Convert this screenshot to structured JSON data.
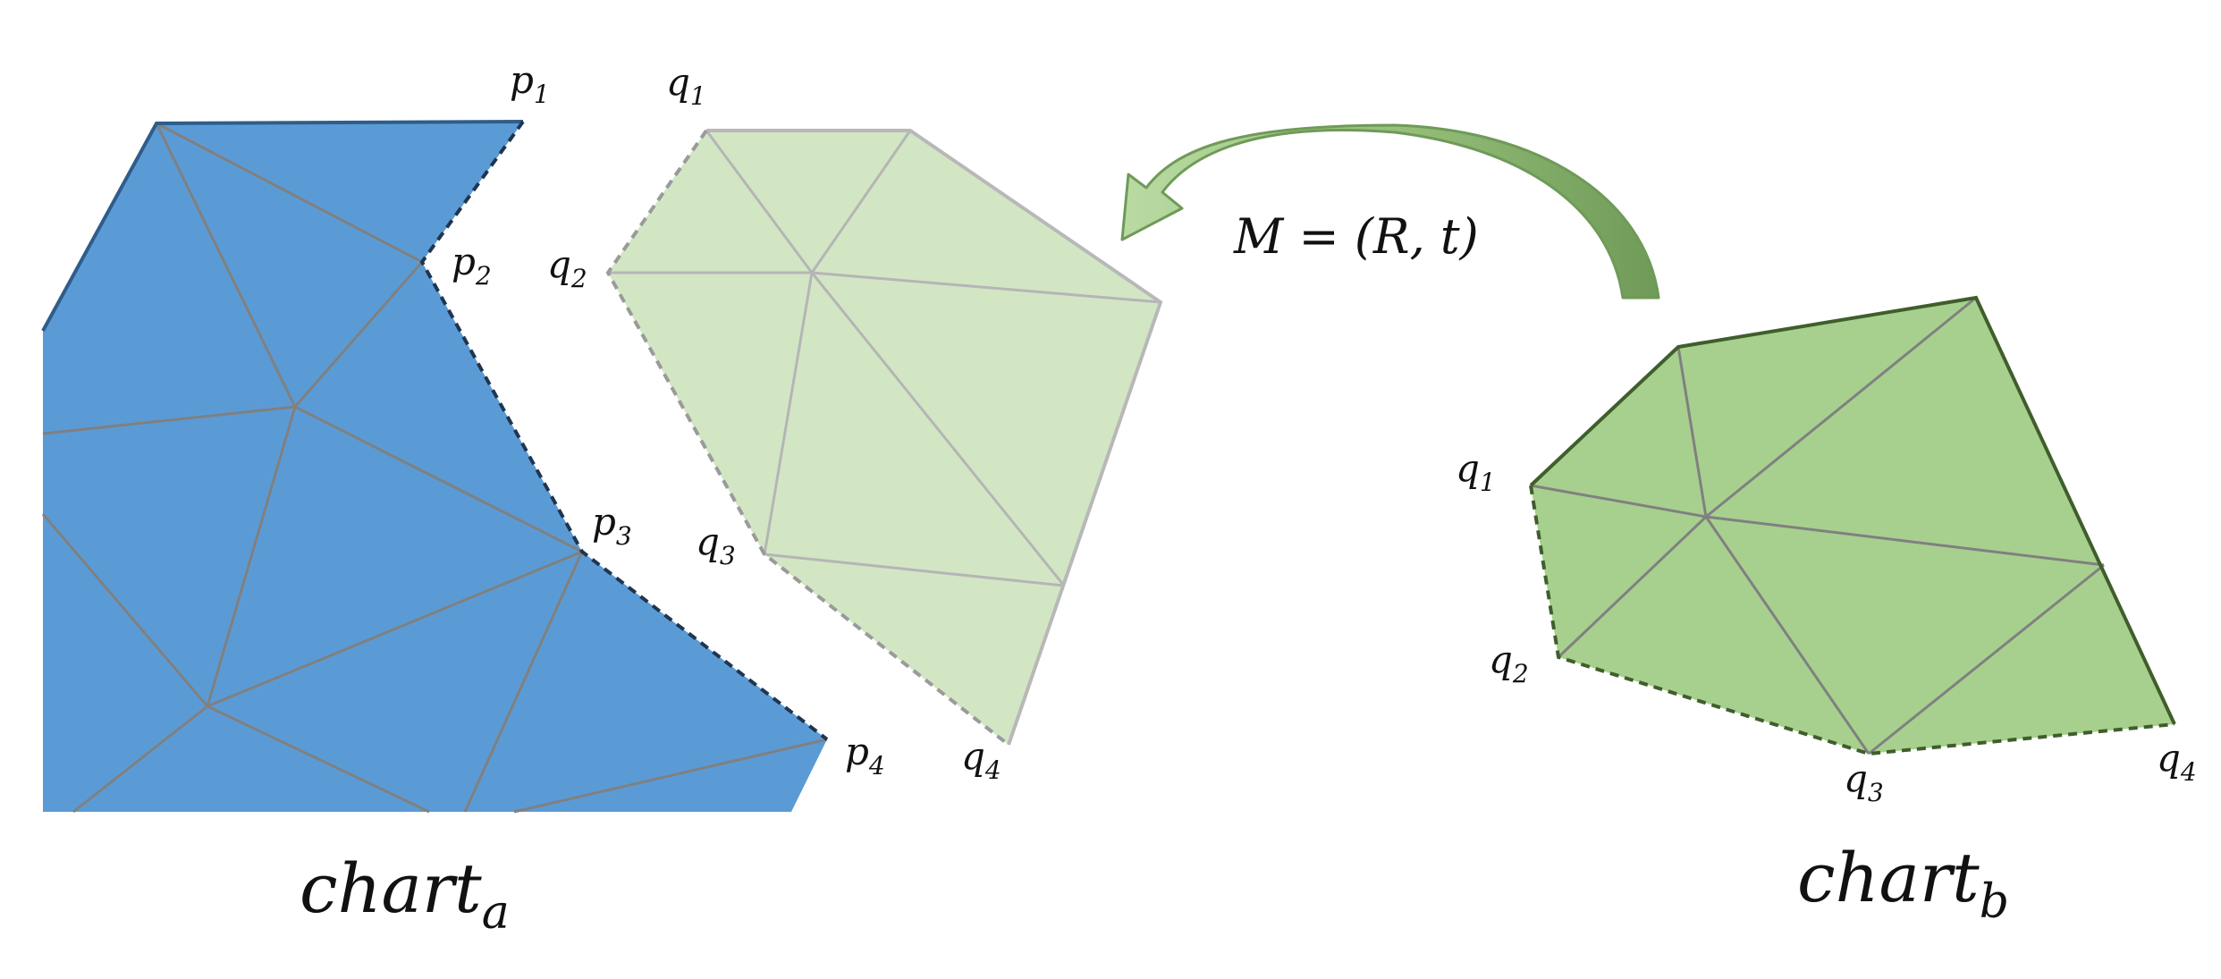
{
  "labels": {
    "chart_a": {
      "base": "chart",
      "sub": "a"
    },
    "chart_b": {
      "base": "chart",
      "sub": "b"
    },
    "transform": "M = (R, t)"
  },
  "points": {
    "p1": {
      "base": "p",
      "sub": "1"
    },
    "p2": {
      "base": "p",
      "sub": "2"
    },
    "p3": {
      "base": "p",
      "sub": "3"
    },
    "p4": {
      "base": "p",
      "sub": "4"
    },
    "q1": {
      "base": "q",
      "sub": "1"
    },
    "q2": {
      "base": "q",
      "sub": "2"
    },
    "q3": {
      "base": "q",
      "sub": "3"
    },
    "q4": {
      "base": "q",
      "sub": "4"
    }
  },
  "colors": {
    "chart_a_fill": "#5b9bd5",
    "chart_a_edge": "#2f5d8a",
    "mesh_line": "#808080",
    "ghost_fill": "#d2e6c4",
    "ghost_edge": "#b8b8b8",
    "chart_b_fill": "#a7d08e",
    "chart_b_edge": "#3f5e2c",
    "arrow_light": "#a9d08e",
    "arrow_dark": "#6f9a58"
  }
}
